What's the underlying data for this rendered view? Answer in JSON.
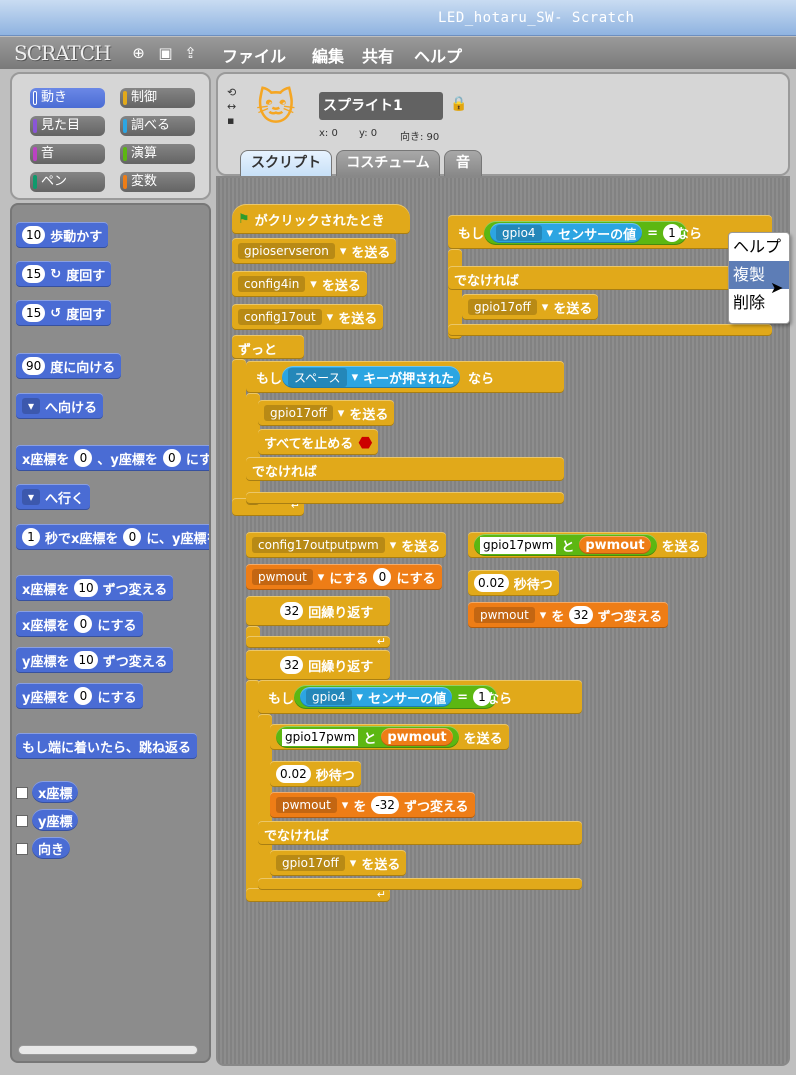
{
  "window": {
    "title": "LED_hotaru_SW- Scratch"
  },
  "menu": {
    "logo": "SCRATCH",
    "file": "ファイル",
    "edit": "編集",
    "share": "共有",
    "help": "ヘルプ"
  },
  "categories": [
    "動き",
    "制御",
    "見た目",
    "調べる",
    "音",
    "演算",
    "ペン",
    "変数"
  ],
  "palette": {
    "move": "歩動かす",
    "move_n": "10",
    "turn_r": "度回す",
    "turn_r_n": "15",
    "turn_l": "度回す",
    "turn_l_n": "15",
    "point_dir": "度に向ける",
    "point_dir_n": "90",
    "point_towards": "へ向ける",
    "goto_x": "x座標を",
    "goto_y": "、y座標を",
    "goto_tail": "にする",
    "goto_x_n": "0",
    "goto_y_n": "0",
    "goto_sprite": "へ行く",
    "glide_n": "1",
    "glide_a": "秒でx座標を",
    "glide_b": "に、y座標を",
    "glide_x": "0",
    "change_x": "ずつ変える",
    "change_x_label": "x座標を",
    "change_x_n": "10",
    "set_x_label": "x座標を",
    "set_x": "にする",
    "set_x_n": "0",
    "change_y_label": "y座標を",
    "change_y": "ずつ変える",
    "change_y_n": "10",
    "set_y_label": "y座標を",
    "set_y": "にする",
    "set_y_n": "0",
    "bounce": "もし端に着いたら、跳ね返る",
    "rep_x": "x座標",
    "rep_y": "y座標",
    "rep_dir": "向き"
  },
  "sprite": {
    "name": "スプライト1",
    "x_label": "x: 0",
    "y_label": "y: 0",
    "dir_label": "向き: 90"
  },
  "tabs": [
    "スクリプト",
    "コスチューム",
    "音"
  ],
  "script": {
    "hat": "がクリックされたとき",
    "send": "を送る",
    "b1": "gpioservseron",
    "b2": "config4in",
    "b3": "config17out",
    "forever": "ずっと",
    "if": "もし",
    "then": "なら",
    "else": "でなければ",
    "key": "スペース",
    "key_pressed": "キーが押された",
    "b4": "gpio17off",
    "stop_all": "すべてを止める",
    "s2_if_sensor": "gpio4",
    "sensor_val": "センサーの値",
    "eq": "=",
    "eq_val": "1",
    "s2_else_send": "gpio17off",
    "s3_cfg": "config17outputpwm",
    "var": "pwmout",
    "set_to": "にする",
    "set_val": "0",
    "repeat": "回繰り返す",
    "rep_n": "32",
    "rep2_n": "32",
    "join_a": "gpio17pwm",
    "join_mid": "と",
    "join_b": "pwmout",
    "wait_n": "0.02",
    "wait": "秒待つ",
    "change_by": "ずつ変える",
    "change_n": "-32",
    "else_send": "gpio17off",
    "s4_wait_n": "0.02",
    "s4_change_n": "32"
  },
  "context_menu": [
    "ヘルプ",
    "複製",
    "削除"
  ]
}
